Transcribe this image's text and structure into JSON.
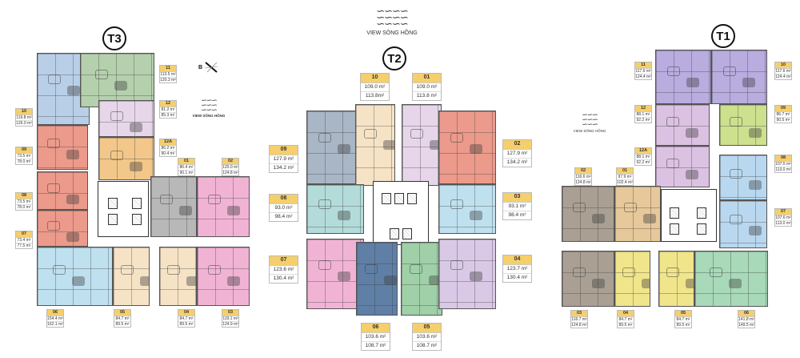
{
  "header": {
    "view_label": "VIEW SÔNG HỒNG",
    "wave_icon": "river-waves-icon"
  },
  "towers": [
    {
      "name": "T3",
      "view_label": "VIEW SÔNG HỒNG",
      "compass_label": "B",
      "units": [
        {
          "code": "11",
          "area_1": "113.5 m²",
          "area_2": "120.3 m²"
        },
        {
          "code": "12",
          "area_1": "81.2 m²",
          "area_2": "85.3 m²"
        },
        {
          "code": "12A",
          "area_1": "86.2 m²",
          "area_2": "90.4 m²"
        },
        {
          "code": "10",
          "area_1": "119.8 m²",
          "area_2": "126.0 m²"
        },
        {
          "code": "09",
          "area_1": "73.5 m²",
          "area_2": "78.0 m²"
        },
        {
          "code": "08",
          "area_1": "73.5 m²",
          "area_2": "78.0 m²"
        },
        {
          "code": "07",
          "area_1": "73.4 m²",
          "area_2": "77.5 m²"
        },
        {
          "code": "01",
          "area_1": "86.4 m²",
          "area_2": "90.1 m²"
        },
        {
          "code": "02",
          "area_1": "120.0 m²",
          "area_2": "124.8 m²"
        },
        {
          "code": "06",
          "area_1": "154.4 m²",
          "area_2": "162.1 m²"
        },
        {
          "code": "05",
          "area_1": "84.7 m²",
          "area_2": "89.5 m²"
        },
        {
          "code": "04",
          "area_1": "84.7 m²",
          "area_2": "89.5 m²"
        },
        {
          "code": "03",
          "area_1": "119.1 m²",
          "area_2": "124.9 m²"
        }
      ]
    },
    {
      "name": "T2",
      "units": [
        {
          "code": "10",
          "area_1": "109.0 m²",
          "area_2": "113.8m²"
        },
        {
          "code": "01",
          "area_1": "109.0 m²",
          "area_2": "113.8 m²"
        },
        {
          "code": "09",
          "area_1": "127.9 m²",
          "area_2": "134.2 m²"
        },
        {
          "code": "02",
          "area_1": "127.9 m²",
          "area_2": "134.2 m²"
        },
        {
          "code": "08",
          "area_1": "93.0 m²",
          "area_2": "98.4 m²"
        },
        {
          "code": "03",
          "area_1": "93.1 m²",
          "area_2": "98.4 m²"
        },
        {
          "code": "07",
          "area_1": "123.6 m²",
          "area_2": "130.4 m²"
        },
        {
          "code": "04",
          "area_1": "123.7 m²",
          "area_2": "130.4 m²"
        },
        {
          "code": "06",
          "area_1": "103.6 m²",
          "area_2": "108.7 m²"
        },
        {
          "code": "05",
          "area_1": "103.6 m²",
          "area_2": "108.7 m²"
        }
      ]
    },
    {
      "name": "T1",
      "view_label": "VIEW SÔNG HỒNG",
      "units": [
        {
          "code": "11",
          "area_1": "117.6 m²",
          "area_2": "124.4 m²"
        },
        {
          "code": "10",
          "area_1": "117.6 m²",
          "area_2": "124.4 m²"
        },
        {
          "code": "12",
          "area_1": "88.1 m²",
          "area_2": "92.2 m²"
        },
        {
          "code": "09",
          "area_1": "86.7 m²",
          "area_2": "90.5 m²"
        },
        {
          "code": "12A",
          "area_1": "88.1 m²",
          "area_2": "92.2 m²"
        },
        {
          "code": "08",
          "area_1": "107.5 m²",
          "area_2": "113.0 m²"
        },
        {
          "code": "02",
          "area_1": "116.6 m²",
          "area_2": "124.8 m²"
        },
        {
          "code": "01",
          "area_1": "97.9 m²",
          "area_2": "102.4 m²"
        },
        {
          "code": "07",
          "area_1": "107.6 m²",
          "area_2": "113.0 m²"
        },
        {
          "code": "03",
          "area_1": "116.7 m²",
          "area_2": "124.8 m²"
        },
        {
          "code": "04",
          "area_1": "84.7 m²",
          "area_2": "89.5 m²"
        },
        {
          "code": "05",
          "area_1": "84.7 m²",
          "area_2": "89.5 m²"
        },
        {
          "code": "06",
          "area_1": "141.8 m²",
          "area_2": "149.5 m²"
        }
      ]
    }
  ],
  "colors": {
    "label_header": "#f5cf6b",
    "blue": "#b9cfe8",
    "green": "#b5d0ad",
    "lilac": "#e7d6ea",
    "orange": "#f2c789",
    "salmon": "#ec9a8b",
    "light_blue": "#bfe0ef",
    "cream": "#f6e3c6",
    "grey": "#b8b8b8",
    "pink": "#f1b3d4",
    "slate": "#a9b6c6",
    "teal": "#b3dbd9",
    "steel_blue": "#5f7fa6",
    "mint": "#9fd0a8",
    "purple": "#b9acdf",
    "yellow_green": "#cce08e",
    "taupe": "#a9a093",
    "tan": "#e6c89a",
    "yellow": "#f0e58a",
    "sea_green": "#a8d9b8"
  }
}
